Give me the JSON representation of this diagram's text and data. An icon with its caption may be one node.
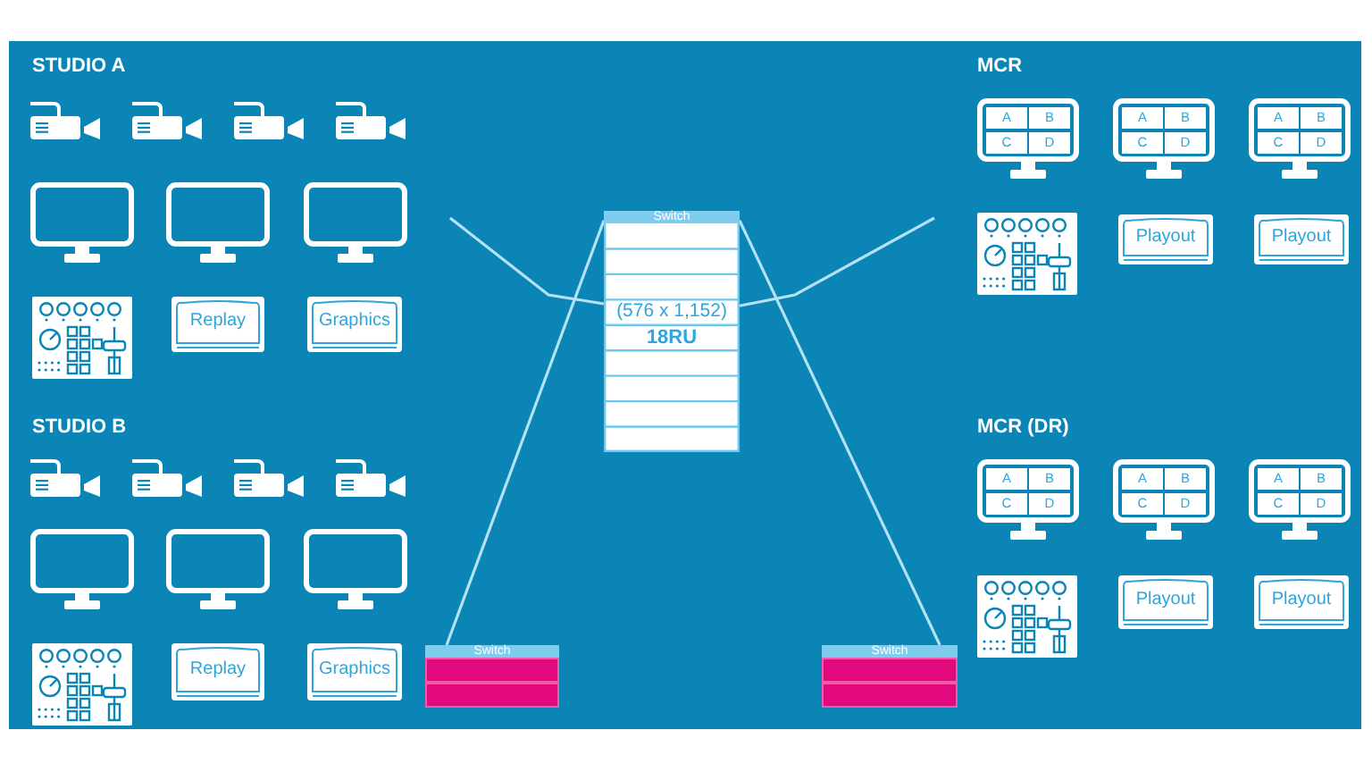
{
  "diagram": {
    "nodes": [
      {
        "text": [
          "STUDIO A"
        ]
      },
      {
        "text": [
          "Replay"
        ],
        "in": 0
      },
      {
        "text": [
          "Graphics"
        ],
        "in": 0
      },
      {
        "text": [
          "MCR"
        ]
      },
      {
        "text": [
          "A",
          "B",
          "C",
          "D"
        ],
        "in": 3
      },
      {
        "text": [
          "A",
          "B",
          "C",
          "D"
        ],
        "in": 3
      },
      {
        "text": [
          "A",
          "B",
          "C",
          "D"
        ],
        "in": 3
      },
      {
        "text": [
          "Playout"
        ],
        "in": 3
      },
      {
        "text": [
          "Playout"
        ],
        "in": 3
      },
      {
        "text": [
          "Switch",
          "(576 x 1,152)",
          "18RU"
        ]
      },
      {
        "text": [
          "STUDIO B"
        ]
      },
      {
        "text": [
          "Replay"
        ],
        "in": 10
      },
      {
        "text": [
          "Graphics"
        ],
        "in": 10
      },
      {
        "text": [
          "MCR (DR)"
        ]
      },
      {
        "text": [
          "A",
          "B",
          "C",
          "D"
        ],
        "in": 13
      },
      {
        "text": [
          "A",
          "B",
          "C",
          "D"
        ],
        "in": 13
      },
      {
        "text": [
          "A",
          "B",
          "C",
          "D"
        ],
        "in": 13
      },
      {
        "text": [
          "Playout"
        ],
        "in": 13
      },
      {
        "text": [
          "Playout"
        ],
        "in": 13
      },
      {
        "text": [
          "Switch"
        ]
      },
      {
        "text": [
          "Switch"
        ]
      }
    ],
    "edges": [
      {
        "from": 0,
        "to": 9,
        "arrow": "none"
      },
      {
        "from": 3,
        "to": 9,
        "arrow": "none"
      },
      {
        "from": 9,
        "to": 19,
        "arrow": "none"
      },
      {
        "from": 9,
        "to": 20,
        "arrow": "none"
      }
    ]
  }
}
